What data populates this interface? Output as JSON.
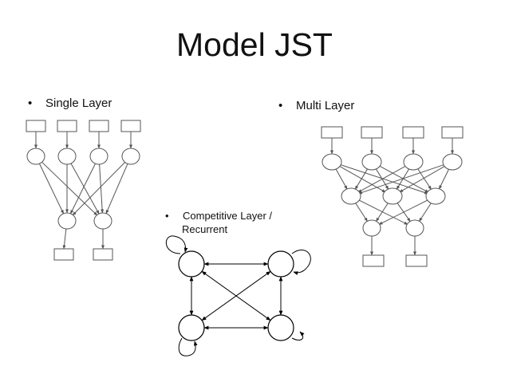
{
  "title": "Model JST",
  "sections": {
    "single": {
      "bullet": "•",
      "label": "Single Layer"
    },
    "multi": {
      "bullet": "•",
      "label": "Multi Layer"
    },
    "competitive": {
      "bullet": "•",
      "label_line1": "Competitive Layer /",
      "label_line2": "Recurrent"
    }
  },
  "colors": {
    "text": "#111111",
    "ff_stroke": "#555555",
    "rec_stroke": "#000000",
    "background": "#ffffff"
  }
}
